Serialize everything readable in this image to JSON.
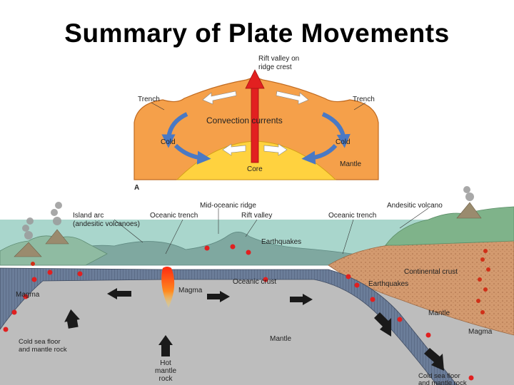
{
  "title": "Summary of Plate Movements",
  "panel_a": {
    "rift_valley_line1": "Rift valley on",
    "rift_valley_line2": "ridge crest",
    "trench_left": "Trench",
    "trench_right": "Trench",
    "convection": "Convection currents",
    "cold_left": "Cold",
    "cold_right": "Cold",
    "mantle": "Mantle",
    "core": "Core",
    "panel_letter": "A"
  },
  "panel_b": {
    "island_arc_line1": "Island arc",
    "island_arc_line2": "(andesitic volcanoes)",
    "oceanic_trench_left": "Oceanic trench",
    "mid_ocean_ridge": "Mid-oceanic ridge",
    "rift_valley": "Rift valley",
    "oceanic_trench_right": "Oceanic trench",
    "andesitic_volcano": "Andesitic volcano",
    "earthquakes_top": "Earthquakes",
    "continental_crust": "Continental crust",
    "earthquakes_right": "Earthquakes",
    "magma_left": "Magma",
    "magma_center": "Magma",
    "oceanic_crust": "Oceanic crust",
    "mantle_right": "Mantle",
    "magma_right": "Magma",
    "cold_sea_floor_left_1": "Cold sea floor",
    "cold_sea_floor_left_2": "and mantle rock",
    "mantle_center": "Mantle",
    "hot_1": "Hot",
    "hot_2": "mantle",
    "hot_3": "rock",
    "cold_sea_floor_right_1": "Cold sea floor",
    "cold_sea_floor_right_2": "and mantle rock"
  },
  "colors": {
    "mantle_orange": "#f5a04a",
    "core_yellow": "#ffd23f",
    "ocean": "#a9d6cc",
    "seafloor": "#7fa8a0",
    "plate": "#6b7d99",
    "mantle_gray": "#bdbdbd",
    "continent": "#d8a27c",
    "land_green": "#7fb38a",
    "rift_arrow": "#e22020",
    "arrow_blue": "#4a79c4",
    "quake_red": "#e02020"
  }
}
